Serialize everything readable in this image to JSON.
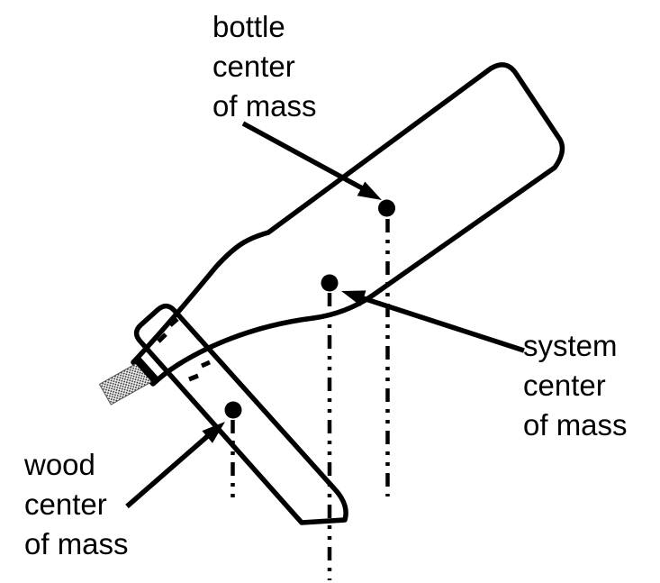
{
  "figure": {
    "description": "Physics diagram of a bottle balanced on an angled wooden stick, showing centers of mass",
    "background_color": "#ffffff",
    "ink_color": "#000000",
    "cork_fill_color": "#ededed",
    "cork_dot_color": "#222222"
  },
  "labels": {
    "bottle_com": {
      "lines": [
        "bottle",
        "center",
        "of mass"
      ]
    },
    "system_com": {
      "lines": [
        "system",
        "center",
        "of mass"
      ]
    },
    "wood_com": {
      "lines": [
        "wood",
        "center",
        "of mass"
      ]
    }
  },
  "markers": {
    "bottle_com_point": "bottle center of mass dot",
    "system_com_point": "system center of mass dot",
    "wood_com_point": "wood center of mass dot",
    "plumb_line_style": "vertical dash-dot lines dropped from each center of mass"
  }
}
